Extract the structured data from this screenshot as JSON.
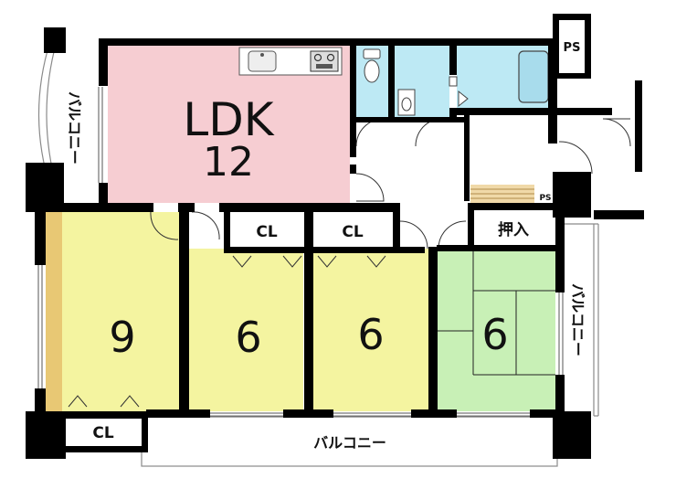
{
  "plan": {
    "ldk": {
      "name": "LDK",
      "size": "12"
    },
    "rooms": [
      {
        "id": "western-9",
        "size": "9"
      },
      {
        "id": "western-6a",
        "size": "6"
      },
      {
        "id": "western-6b",
        "size": "6"
      },
      {
        "id": "japanese-6",
        "size": "6"
      }
    ],
    "labels": {
      "balcony": "バルコニー",
      "closet": "CL",
      "oshiire": "押入",
      "ps": "PS"
    }
  },
  "colors": {
    "wall": "#000000",
    "ldk": "#f6cdd2",
    "western": "#f4f4a0",
    "japanese": "#c8f0b6",
    "wet": "#bde9f4",
    "floor": "#ffffff",
    "accent": "#e8c874"
  }
}
